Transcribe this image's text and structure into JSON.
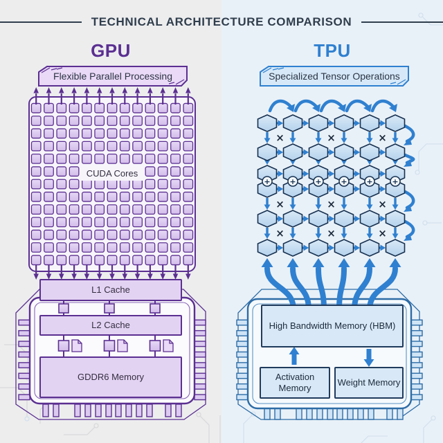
{
  "title": "TECHNICAL ARCHITECTURE COMPARISON",
  "gpu": {
    "label": "GPU",
    "banner": "Flexible Parallel Processing",
    "cores": {
      "label": "CUDA Cores",
      "columns": 13,
      "rows": 13,
      "input_arrows": 13,
      "output_arrows": 13
    },
    "cache_l1": "L1 Cache",
    "cache_l2": "L2 Cache",
    "memory": "GDDR6 Memory",
    "cache_links": 3,
    "memory_links": 3
  },
  "tpu": {
    "label": "TPU",
    "banner": "Specialized Tensor Operations",
    "systolic_array": {
      "columns": 6,
      "pe_rows": 5,
      "accumulator_row": 3,
      "multiply_symbol": "×",
      "accumulate_symbol": "+",
      "hbm_feed_arrows": 6
    },
    "hbm": "High Bandwidth Memory (HBM)",
    "activation_memory": "Activation Memory",
    "weight_memory": "Weight Memory"
  },
  "colors": {
    "gpu_accent": "#5b2f91",
    "gpu_box_fill": "#e3d3f3",
    "gpu_cell_fill_top": "#e7d9f6",
    "gpu_cell_fill_bottom": "#d2bce9",
    "gpu_pin_fill": "#dccaf0",
    "gpu_text": "#332e40",
    "tpu_accent": "#2f80d0",
    "tpu_package_border": "#2d6ca6",
    "tpu_box_border": "#1f3b5c",
    "tpu_box_fill": "#d9e8f6",
    "tpu_hex_stroke": "#16304f",
    "tpu_hex_fill_top": "#d9e9f7",
    "tpu_hex_fill_bottom": "#b5d2ec",
    "tpu_pin_fill": "#cfe4f6",
    "tpu_text": "#1b2a3c",
    "left_bg": "#ededee",
    "right_bg": "#e9f1f8",
    "title_color": "#303e4d"
  }
}
